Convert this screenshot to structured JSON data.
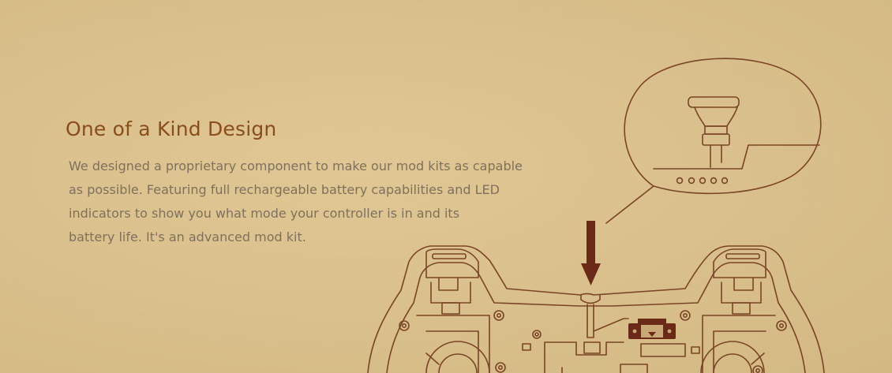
{
  "feature": {
    "heading": "One of a Kind Design",
    "body_lines": [
      "We designed a proprietary component to make our mod kits as capable",
      "as possible. Featuring full rechargeable battery capabilities and LED",
      "indicators to show you what mode your controller is in and its",
      "battery life. It's an advanced mod kit."
    ]
  },
  "colors": {
    "background": "#dcc28e",
    "heading": "#8a4d1c",
    "body_text": "#7e715c",
    "line_art": "#7a4526",
    "arrow": "#6b2a18"
  },
  "icons": {
    "controller": "controller-outline-icon",
    "arrow": "down-arrow-icon",
    "callout": "mod-component-callout-icon"
  }
}
